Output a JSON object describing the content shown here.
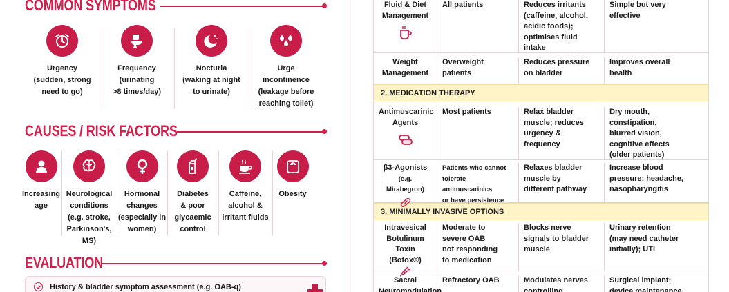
{
  "headings": {
    "symptoms": "COMMON SYMPTOMS",
    "causes": "CAUSES / RISK FACTORS",
    "evaluation": "EVALUATION"
  },
  "symptoms": [
    {
      "icon": "alarm-clock-icon",
      "lines": [
        "Urgency",
        "(sudden, strong",
        "need to go)"
      ]
    },
    {
      "icon": "toilet-icon",
      "lines": [
        "Frequency",
        "(urinating",
        ">8 times/day)"
      ]
    },
    {
      "icon": "moon-icon",
      "lines": [
        "Nocturia",
        "(waking at night",
        "to urinate)"
      ]
    },
    {
      "icon": "droplets-icon",
      "lines": [
        "Urge",
        "incontinence",
        "(leakage before",
        "reaching toilet)"
      ]
    }
  ],
  "causes": [
    {
      "icon": "person-icon",
      "lines": [
        "Increasing",
        "age"
      ]
    },
    {
      "icon": "brain-icon",
      "lines": [
        "Neurological",
        "conditions",
        "(e.g. stroke,",
        "Parkinson's,",
        "MS)"
      ]
    },
    {
      "icon": "female-symbol-icon",
      "lines": [
        "Hormonal",
        "changes",
        "(especially in",
        "women)"
      ]
    },
    {
      "icon": "drink-carton-icon",
      "lines": [
        "Diabetes",
        "& poor",
        "glycaemic",
        "control"
      ]
    },
    {
      "icon": "coffee-cup-icon",
      "lines": [
        "Caffeine,",
        "alcohol &",
        "irritant fluids"
      ]
    },
    {
      "icon": "scale-icon",
      "lines": [
        "Obesity"
      ]
    }
  ],
  "evaluation": {
    "items": [
      "History & bladder symptom assessment (e.g. OAB-q)"
    ]
  },
  "table": {
    "rows_top": [
      {
        "c1": [
          "Fluid & Diet",
          "Management"
        ],
        "icon": "cup-icon",
        "c2": [
          "All patients"
        ],
        "c3": [
          "Reduces irritants",
          "(caffeine, alcohol,",
          "acidic foods);",
          "optimises fluid",
          "intake"
        ],
        "c4": [
          "Simple but very",
          "effective"
        ]
      },
      {
        "c1": [
          "Weight",
          "Management"
        ],
        "c2": [
          "Overweight",
          "patients"
        ],
        "c3": [
          "Reduces pressure",
          "on bladder"
        ],
        "c4": [
          "Improves overall",
          "health"
        ]
      }
    ],
    "section2": "2. MEDICATION THERAPY",
    "rows_mid": [
      {
        "c1": [
          "Antimuscarinic",
          "Agents"
        ],
        "icon": "pills-icon",
        "c2": [
          "Most patients"
        ],
        "c3": [
          "Relax bladder",
          "muscle; reduces",
          "urgency &",
          "frequency"
        ],
        "c4": [
          "Dry mouth,",
          "constipation,",
          "blurred vision,",
          "cognitive effects",
          "(older patients)"
        ]
      },
      {
        "c1": [
          "β3-Agonists",
          "(e.g. Mirabegron)"
        ],
        "icon": "capsule-icon",
        "c2": [
          "Patients who cannot",
          "tolerate antimuscarinics",
          "or have persistence"
        ],
        "c3": [
          "Relaxes bladder",
          "muscle by",
          "different pathway"
        ],
        "c4": [
          "Increase blood",
          "pressure; headache,",
          "nasopharyngitis"
        ]
      }
    ],
    "section3": "3. MINIMALLY INVASIVE OPTIONS",
    "rows_bot": [
      {
        "c1": [
          "Intravesical",
          "Botulinum",
          "Toxin (Botox®)"
        ],
        "icon": "syringe-icon",
        "c2": [
          "Moderate to",
          "severe OAB",
          "not responding",
          "to medication"
        ],
        "c3": [
          "Blocks nerve",
          "signals to bladder",
          "muscle"
        ],
        "c4": [
          "Urinary retention",
          "(may need catheter",
          "initially); UTI"
        ]
      },
      {
        "c1": [
          "Sacral",
          "Neuromodulation"
        ],
        "c2": [
          "Refractory OAB"
        ],
        "c3": [
          "Modulates nerves",
          "controlling"
        ],
        "c4": [
          "Surgical implant;",
          "device maintenance"
        ]
      }
    ]
  }
}
